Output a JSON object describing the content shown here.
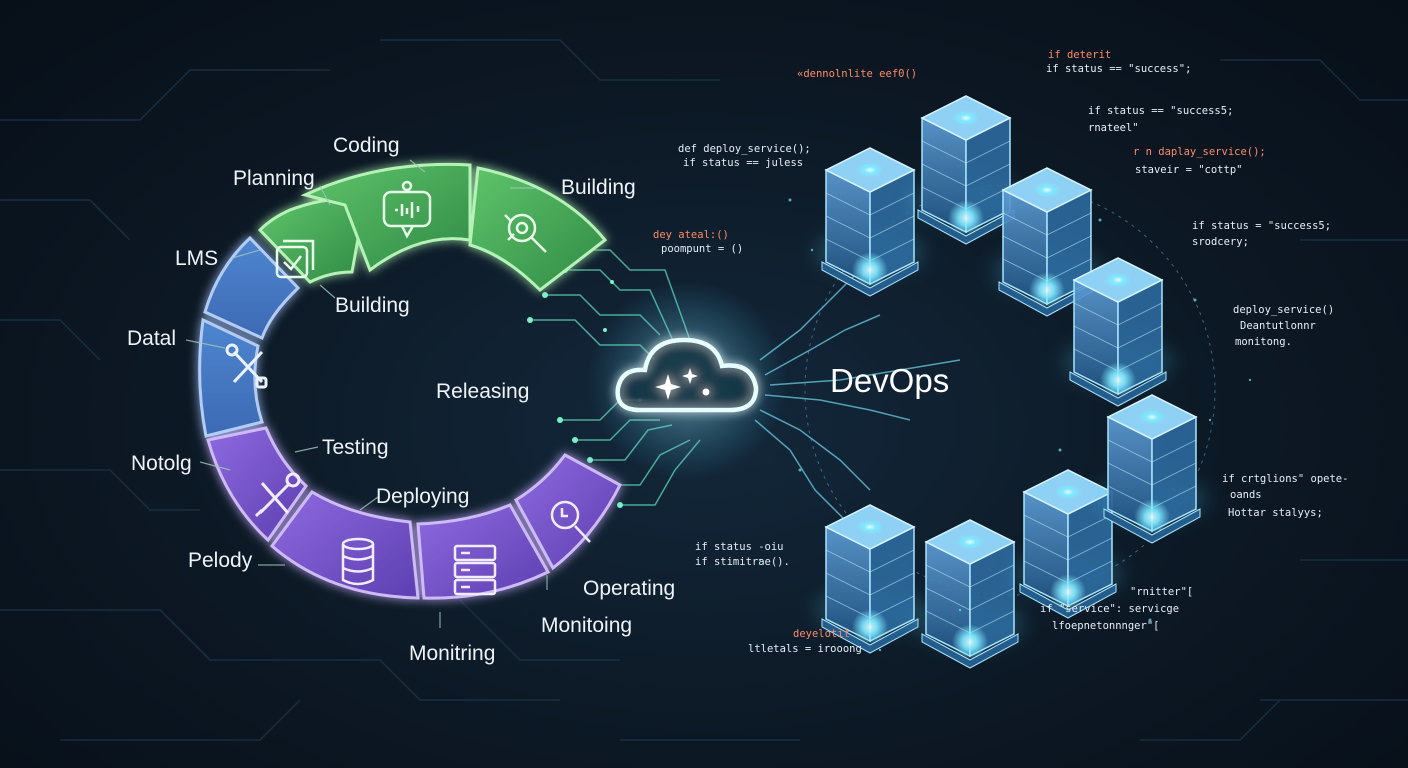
{
  "diagram": {
    "title": "DevOps",
    "center_label": "Releasing",
    "stage_labels": [
      "Coding",
      "Planning",
      "Building",
      "LMS",
      "Building",
      "Datal",
      "Testing",
      "Notolg",
      "Deploying",
      "Pelody",
      "Operating",
      "Monitoing",
      "Monitring"
    ],
    "code_snippets": [
      {
        "text": "if deterit",
        "color": "#ff8a65"
      },
      {
        "text": "if status == \"success\";",
        "color": "#e6eef7"
      },
      {
        "text": "«dennolnlite eef0()",
        "color": "#ff8a65"
      },
      {
        "text": "if status == \"success5;",
        "color": "#e6eef7"
      },
      {
        "text": "rnateel\"",
        "color": "#e6eef7"
      },
      {
        "text": "def deploy_service();",
        "color": "#e6eef7"
      },
      {
        "text": "if status == juless",
        "color": "#e6eef7"
      },
      {
        "text": "r n daplay_service();",
        "color": "#ff8a65"
      },
      {
        "text": "staveir = \"cottp\"",
        "color": "#e6eef7"
      },
      {
        "text": "dey ateal:()",
        "color": "#ff8a65"
      },
      {
        "text": "poompunt = ()",
        "color": "#e6eef7"
      },
      {
        "text": "if status = \"success5;",
        "color": "#e6eef7"
      },
      {
        "text": "srodcery;",
        "color": "#e6eef7"
      },
      {
        "text": "deploy_service()",
        "color": "#e6eef7"
      },
      {
        "text": "Deantutlonnr",
        "color": "#e6eef7"
      },
      {
        "text": "monitong.",
        "color": "#e6eef7"
      },
      {
        "text": "if crtglions\" opete-",
        "color": "#e6eef7"
      },
      {
        "text": "oands",
        "color": "#e6eef7"
      },
      {
        "text": "Hottar stalyys;",
        "color": "#e6eef7"
      },
      {
        "text": "if status -oiu",
        "color": "#e6eef7"
      },
      {
        "text": "if stimitrae().",
        "color": "#e6eef7"
      },
      {
        "text": "\"rnitter\"[",
        "color": "#e6eef7"
      },
      {
        "text": "if \"service\": servicge",
        "color": "#e6eef7"
      },
      {
        "text": "lfoepnetonnnger\"[",
        "color": "#e6eef7"
      },
      {
        "text": "deyelotit",
        "color": "#ff8a65"
      },
      {
        "text": "ltletals = irooong",
        "color": "#e6eef7"
      }
    ],
    "colors": {
      "green": "#4cae5c",
      "blue": "#5a8fd6",
      "purple": "#7a5bd0",
      "cyan_glow": "#6fe6ff",
      "background": "#0c1824"
    },
    "icons": [
      "check-document-icon",
      "chat-bubble-icon",
      "search-gear-icon",
      "tools-cross-icon",
      "wrench-screwdriver-icon",
      "database-icon",
      "server-rack-icon",
      "magnifier-icon",
      "cloud-sparkle-icon"
    ]
  }
}
